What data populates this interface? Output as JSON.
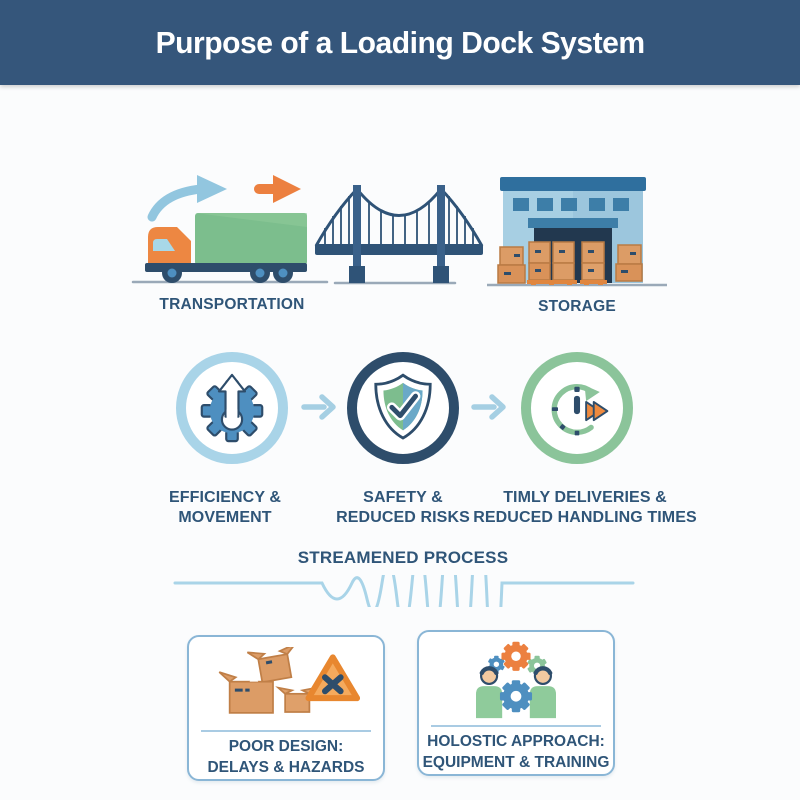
{
  "header": {
    "title": "Purpose of a Loading Dock System"
  },
  "flow_row": {
    "transportation_label": "TRANSPORTATION",
    "storage_label": "STORAGE"
  },
  "process_steps": [
    {
      "icon": "gear-up-arrow-icon",
      "label_line1": "EFFICIENCY &",
      "label_line2": "MOVEMENT"
    },
    {
      "icon": "shield-check-icon",
      "label_line1": "SAFETY &",
      "label_line2": "REDUCED RISKS"
    },
    {
      "icon": "clock-speed-icon",
      "label_line1": "TIMLY DELIVERIES &",
      "label_line2": "REDUCED HANDLING TIMES"
    }
  ],
  "streamlined": {
    "label": "STREAMENED PROCESS"
  },
  "bottom_cards": [
    {
      "icon": "damaged-boxes-warning-icon",
      "line1": "POOR DESIGN:",
      "line2": "DELAYS & HAZARDS"
    },
    {
      "icon": "team-gears-icon",
      "line1": "HOLOSTIC APPROACH:",
      "line2": "EQUIPMENT & TRAINING"
    }
  ],
  "icons": {
    "flow": [
      "truck-icon",
      "bridge-icon",
      "warehouse-icon"
    ],
    "steps": [
      "gear-up-arrow-icon",
      "shield-check-icon",
      "clock-speed-icon"
    ],
    "cards": [
      "damaged-boxes-warning-icon",
      "team-gears-icon"
    ]
  },
  "colors": {
    "header_bg": "#35567B",
    "text_navy": "#2F5578",
    "light_blue": "#A9D4E8",
    "navy": "#2E4D6B",
    "blue": "#4E8FC0",
    "green": "#8BC49A",
    "orange": "#EC8040",
    "box_tan": "#DC9C66"
  }
}
